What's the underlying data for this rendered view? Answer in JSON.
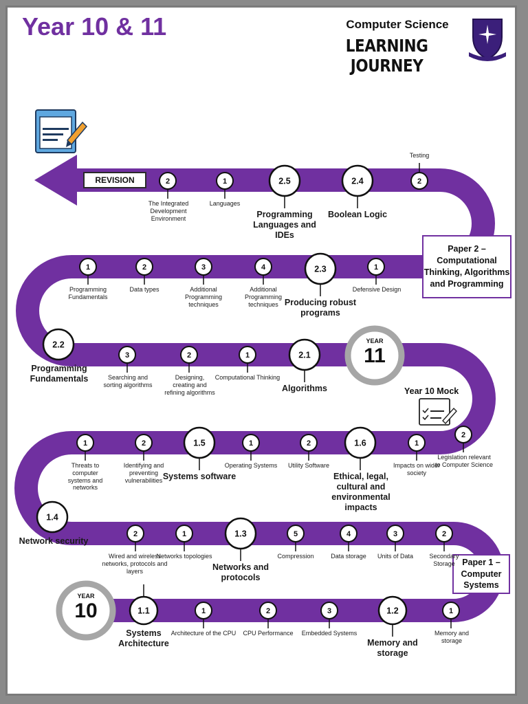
{
  "header": {
    "title": "Year 10 & 11",
    "subtitle_line1": "Computer Science",
    "subtitle_line2": "LEARNING JOURNEY"
  },
  "colors": {
    "path": "#7030a0",
    "title": "#7030a0",
    "year_ring": "#a6a6a6"
  },
  "icons": {
    "crest": "school-crest-icon",
    "exam_top": "exam-paper-icon",
    "exam_mock": "exam-checklist-icon"
  },
  "revision_label": "REVISION",
  "paper1_label": "Paper 1 – Computer Systems",
  "paper2_label": "Paper 2 – Computational Thinking, Algorithms and Programming",
  "year10": {
    "word": "YEAR",
    "num": "10"
  },
  "year11": {
    "word": "YEAR",
    "num": "11"
  },
  "mock_label": "Year 10 Mock",
  "nodes": [
    {
      "id": "r1-1.1",
      "badge": "1.1",
      "big": true,
      "label": "Systems Architecture"
    },
    {
      "id": "r1-arch",
      "badge": "1",
      "big": false,
      "label": "Architecture of the CPU"
    },
    {
      "id": "r1-perf",
      "badge": "2",
      "big": false,
      "label": "CPU Performance"
    },
    {
      "id": "r1-emb",
      "badge": "3",
      "big": false,
      "label": "Embedded Systems"
    },
    {
      "id": "r1-1.2",
      "badge": "1.2",
      "big": true,
      "label": "Memory and storage"
    },
    {
      "id": "r1-mem",
      "badge": "1",
      "big": false,
      "label": "Memory and storage"
    },
    {
      "id": "r2-sec",
      "badge": "2",
      "big": false,
      "label": "Secondary Storage"
    },
    {
      "id": "r2-units",
      "badge": "3",
      "big": false,
      "label": "Units of Data"
    },
    {
      "id": "r2-data",
      "badge": "4",
      "big": false,
      "label": "Data storage"
    },
    {
      "id": "r2-comp",
      "badge": "5",
      "big": false,
      "label": "Compression"
    },
    {
      "id": "r2-1.3",
      "badge": "1.3",
      "big": true,
      "label": "Networks and protocols"
    },
    {
      "id": "r2-topo",
      "badge": "1",
      "big": false,
      "label": "Networks topologies"
    },
    {
      "id": "r2-wired",
      "badge": "2",
      "big": false,
      "label": "Wired and wireless networks, protocols and layers"
    },
    {
      "id": "r2-1.4",
      "badge": "1.4",
      "big": true,
      "label": "Network security"
    },
    {
      "id": "r3-threats",
      "badge": "1",
      "big": false,
      "label": "Threats to computer systems and networks"
    },
    {
      "id": "r3-vuln",
      "badge": "2",
      "big": false,
      "label": "Identifying and preventing vulnerabilities"
    },
    {
      "id": "r3-1.5",
      "badge": "1.5",
      "big": true,
      "label": "Systems software"
    },
    {
      "id": "r3-os",
      "badge": "1",
      "big": false,
      "label": "Operating Systems"
    },
    {
      "id": "r3-util",
      "badge": "2",
      "big": false,
      "label": "Utility Software"
    },
    {
      "id": "r3-1.6",
      "badge": "1.6",
      "big": true,
      "label": "Ethical, legal, cultural and environmental impacts"
    },
    {
      "id": "r3-impacts",
      "badge": "1",
      "big": false,
      "label": "Impacts on wider society"
    },
    {
      "id": "r3-legis",
      "badge": "2",
      "big": false,
      "label": "Legislation relevant to Computer Science"
    },
    {
      "id": "r4-2.1",
      "badge": "2.1",
      "big": true,
      "label": "Algorithms"
    },
    {
      "id": "r4-ct",
      "badge": "1",
      "big": false,
      "label": "Computational Thinking"
    },
    {
      "id": "r4-design",
      "badge": "2",
      "big": false,
      "label": "Designing, creating and refining algorithms"
    },
    {
      "id": "r4-search",
      "badge": "3",
      "big": false,
      "label": "Searching and sorting algorithms"
    },
    {
      "id": "r4-2.2",
      "badge": "2.2",
      "big": true,
      "label": "Programming Fundamentals"
    },
    {
      "id": "r5-pf",
      "badge": "1",
      "big": false,
      "label": "Programming Fundamentals"
    },
    {
      "id": "r5-dt",
      "badge": "2",
      "big": false,
      "label": "Data types"
    },
    {
      "id": "r5-apt1",
      "badge": "3",
      "big": false,
      "label": "Additional Programming techniques"
    },
    {
      "id": "r5-apt2",
      "badge": "4",
      "big": false,
      "label": "Additional Programming techniques"
    },
    {
      "id": "r5-2.3",
      "badge": "2.3",
      "big": true,
      "label": "Producing robust programs"
    },
    {
      "id": "r5-dd",
      "badge": "1",
      "big": false,
      "label": "Defensive Design"
    },
    {
      "id": "r6-test",
      "badge": "2",
      "big": false,
      "label": "Testing"
    },
    {
      "id": "r6-2.4",
      "badge": "2.4",
      "big": true,
      "label": "Boolean Logic"
    },
    {
      "id": "r6-2.5",
      "badge": "2.5",
      "big": true,
      "label": "Programming Languages and IDEs"
    },
    {
      "id": "r6-lang",
      "badge": "1",
      "big": false,
      "label": "Languages"
    },
    {
      "id": "r6-ide",
      "badge": "2",
      "big": false,
      "label": "The Integrated Development Environment"
    }
  ]
}
